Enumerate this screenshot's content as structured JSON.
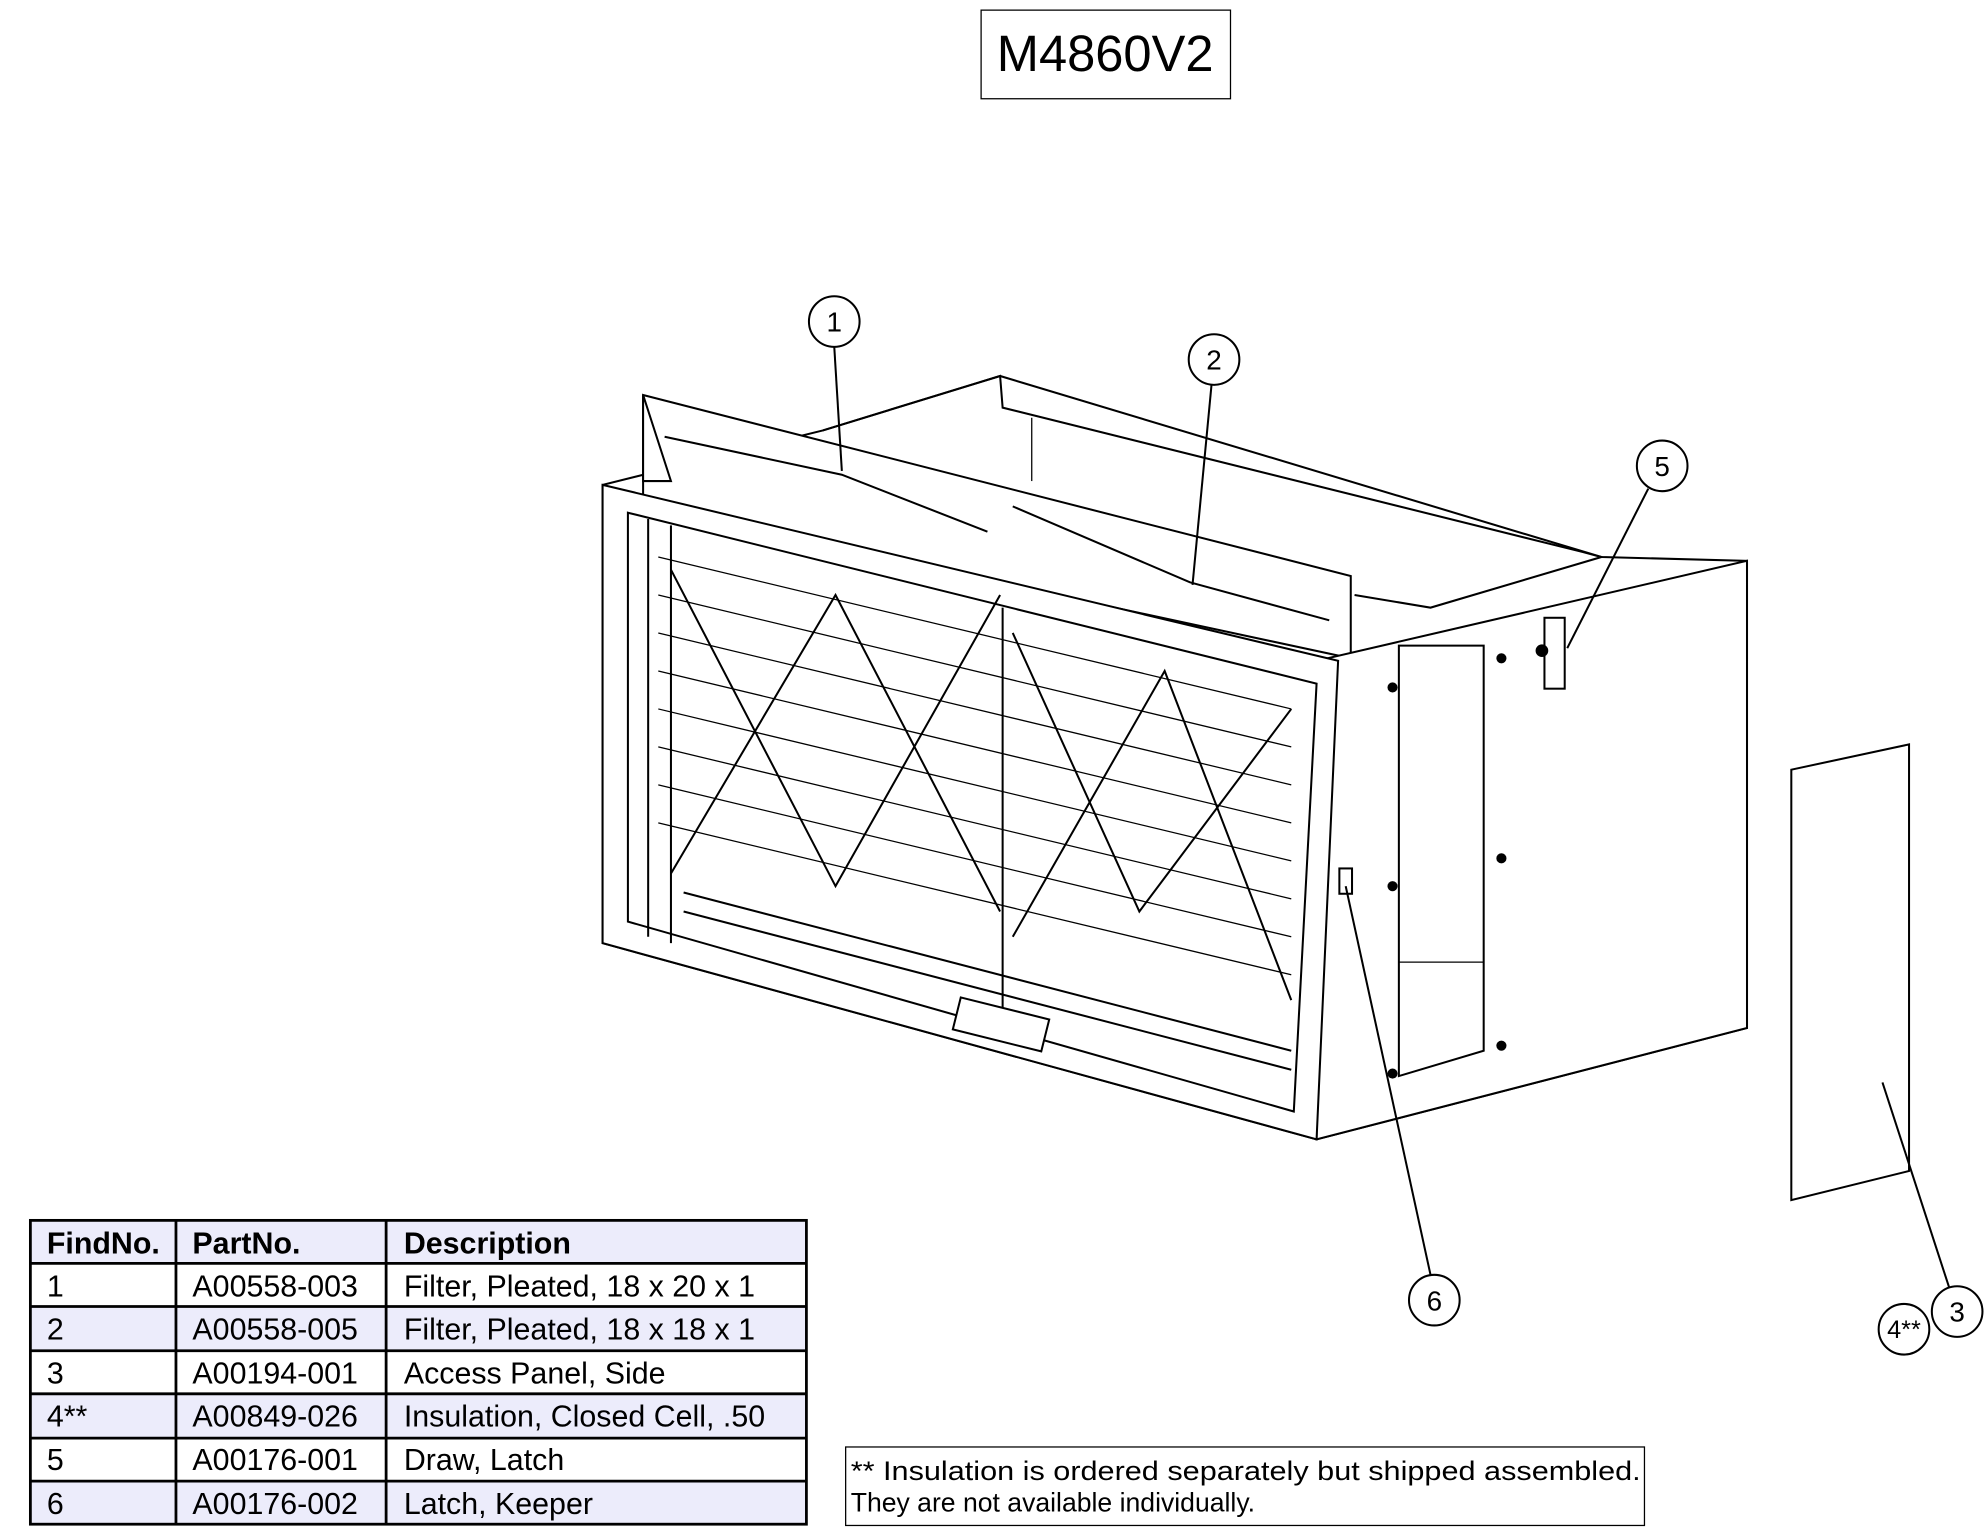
{
  "title": "M4860V2",
  "callouts": [
    "1",
    "2",
    "3",
    "4**",
    "5",
    "6"
  ],
  "table": {
    "headers": [
      "FindNo.",
      "PartNo.",
      "Description"
    ],
    "rows": [
      [
        "1",
        "A00558-003",
        "Filter, Pleated, 18 x 20 x 1"
      ],
      [
        "2",
        "A00558-005",
        "Filter, Pleated, 18 x 18 x 1"
      ],
      [
        "3",
        "A00194-001",
        "Access Panel, Side"
      ],
      [
        "4**",
        "A00849-026",
        "Insulation, Closed Cell, .50"
      ],
      [
        "5",
        "A00176-001",
        "Draw, Latch"
      ],
      [
        "6",
        "A00176-002",
        "Latch, Keeper"
      ]
    ],
    "shade_color": "#ececfb"
  },
  "note": {
    "line1": "** Insulation is ordered separately but shipped assembled.",
    "line2": "They are not available individually."
  }
}
